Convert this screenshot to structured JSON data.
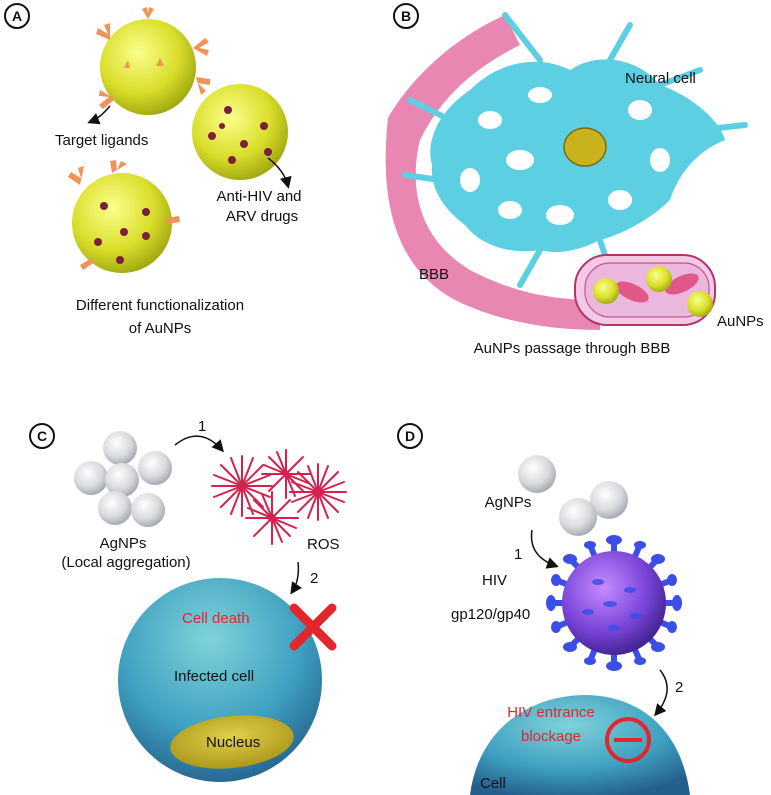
{
  "panels": {
    "a": {
      "badge": "A",
      "target_ligands": "Target ligands",
      "drugs_line1": "Anti-HIV and",
      "drugs_line2": "ARV drugs",
      "caption_line1": "Different functionalization",
      "caption_line2": "of AuNPs"
    },
    "b": {
      "badge": "B",
      "neural_cell": "Neural cell",
      "bbb": "BBB",
      "aunps": "AuNPs",
      "caption": "AuNPs passage through BBB"
    },
    "c": {
      "badge": "C",
      "agnps_line1": "AgNPs",
      "agnps_line2": "(Local aggregation)",
      "step1": "1",
      "ros": "ROS",
      "step2": "2",
      "cell_death": "Cell death",
      "infected_cell": "Infected cell",
      "nucleus": "Nucleus"
    },
    "d": {
      "badge": "D",
      "agnps": "AgNPs",
      "step1": "1",
      "hiv": "HIV",
      "gp": "gp120/gp40",
      "step2": "2",
      "blockage_line1": "HIV entrance",
      "blockage_line2": "blockage",
      "cell": "Cell"
    }
  },
  "colors": {
    "gold_np": "#d9dd2a",
    "ligand": "#f0935a",
    "drug": "#7a2038",
    "neural": "#5ccfe2",
    "bbb_pink": "#e57aa8",
    "ros": "#d6204f",
    "cell_blue": "#3e9fc0",
    "nucleus": "#c9b21e",
    "virus": "#7a45d8",
    "spike": "#3b4fe6",
    "alert_red": "#e1262d",
    "silver_np": "#d7d9dc"
  }
}
